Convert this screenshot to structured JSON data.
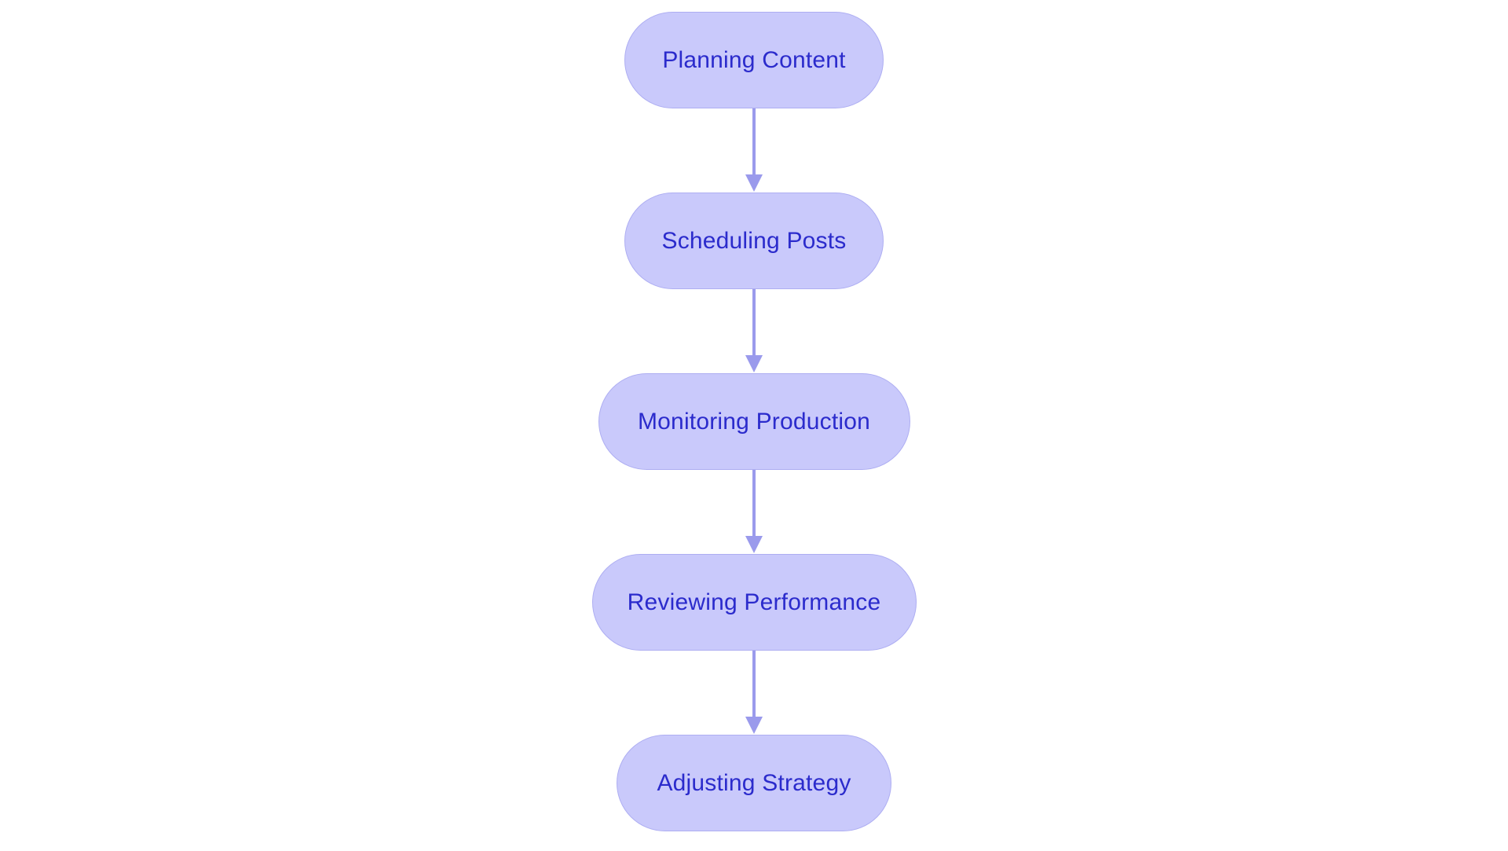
{
  "diagram": {
    "type": "flowchart",
    "orientation": "vertical",
    "background_color": "#ffffff",
    "node_fill_color": "#c9c9fb",
    "node_border_color": "#aeaef2",
    "node_text_color": "#2b2bcc",
    "connector_color": "#9a9aec",
    "nodes": [
      {
        "id": "planning-content",
        "label": "Planning Content"
      },
      {
        "id": "scheduling-posts",
        "label": "Scheduling Posts"
      },
      {
        "id": "monitoring-production",
        "label": "Monitoring Production"
      },
      {
        "id": "reviewing-performance",
        "label": "Reviewing Performance"
      },
      {
        "id": "adjusting-strategy",
        "label": "Adjusting Strategy"
      }
    ],
    "connectors": [
      {
        "from": "planning-content",
        "to": "scheduling-posts",
        "arrow": "down-arrow"
      },
      {
        "from": "scheduling-posts",
        "to": "monitoring-production",
        "arrow": "down-arrow"
      },
      {
        "from": "monitoring-production",
        "to": "reviewing-performance",
        "arrow": "down-arrow"
      },
      {
        "from": "reviewing-performance",
        "to": "adjusting-strategy",
        "arrow": "down-arrow"
      }
    ]
  }
}
